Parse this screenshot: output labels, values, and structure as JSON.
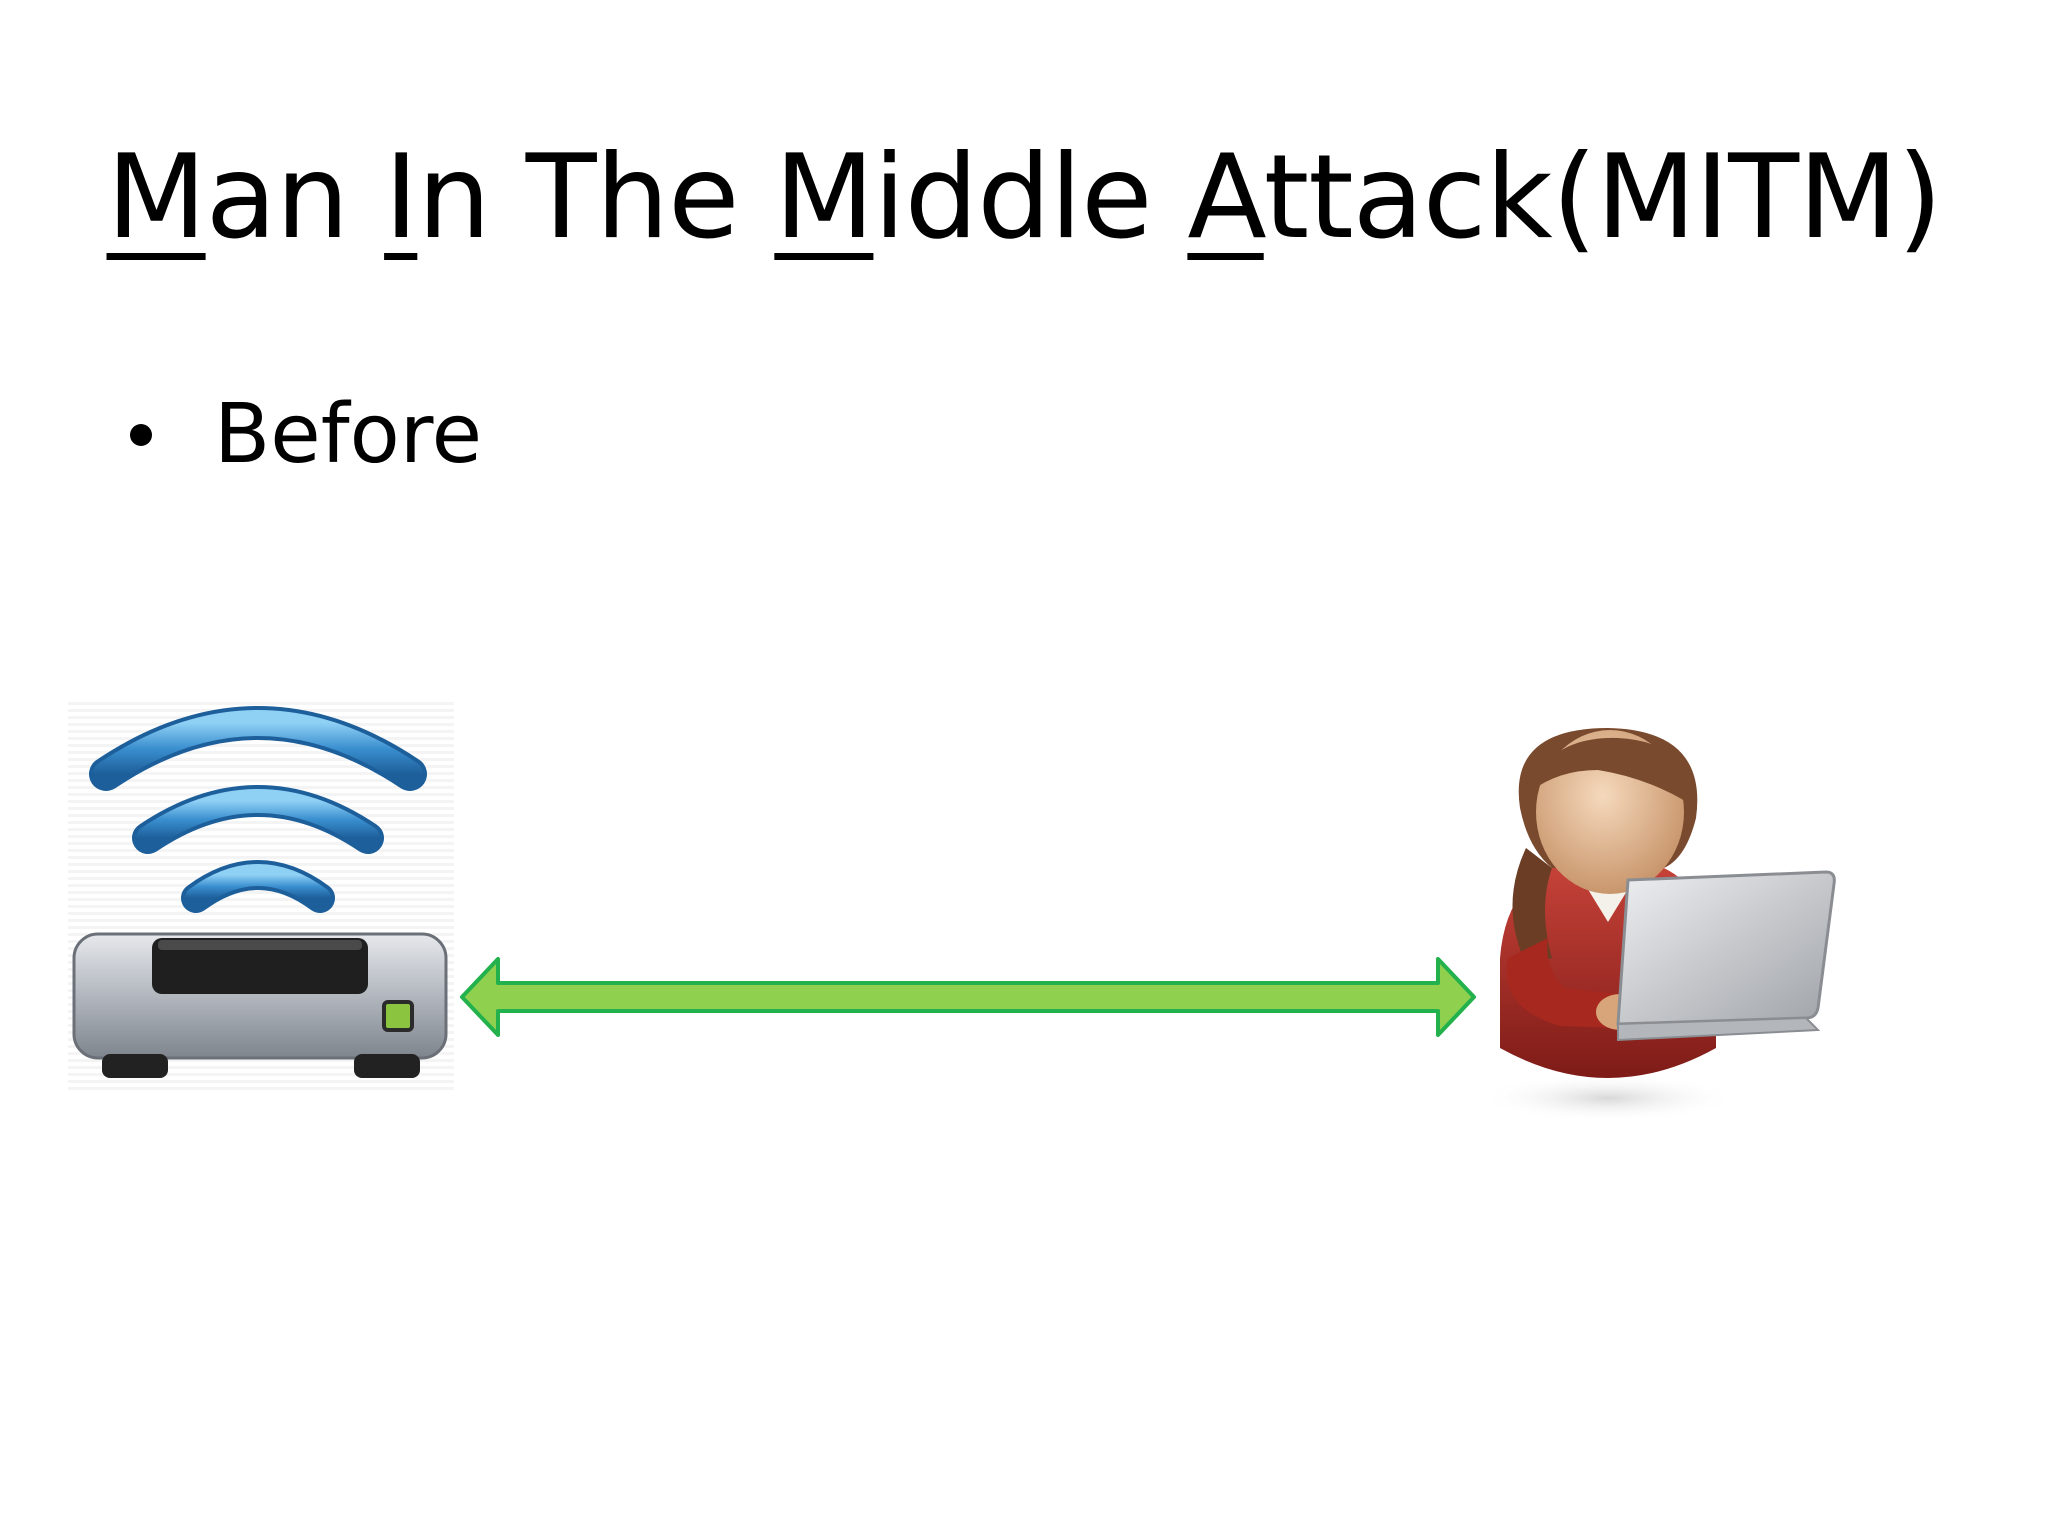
{
  "slide": {
    "title_parts": [
      {
        "text": "M",
        "underline": true
      },
      {
        "text": "an ",
        "underline": false
      },
      {
        "text": "I",
        "underline": true
      },
      {
        "text": "n The ",
        "underline": false
      },
      {
        "text": "M",
        "underline": true
      },
      {
        "text": "iddle ",
        "underline": false
      },
      {
        "text": "A",
        "underline": true
      },
      {
        "text": "ttack(MITM)",
        "underline": false
      }
    ],
    "bullets": [
      "Before"
    ]
  },
  "diagram": {
    "nodes": [
      {
        "id": "router",
        "icon": "wifi-router-icon"
      },
      {
        "id": "user",
        "icon": "user-with-laptop-icon"
      }
    ],
    "edges": [
      {
        "from": "router",
        "to": "user",
        "direction": "bidirectional",
        "color": "#8fd14f",
        "stroke": "#22b14c"
      }
    ]
  },
  "colors": {
    "wifi_wave": "#3a8fcf",
    "router_body": "#b9bdc4",
    "router_led": "#8bc53f",
    "user_shirt": "#b8322c",
    "user_hair": "#7a4a2e",
    "user_skin": "#e8c4a0",
    "laptop": "#c7c9cc"
  }
}
